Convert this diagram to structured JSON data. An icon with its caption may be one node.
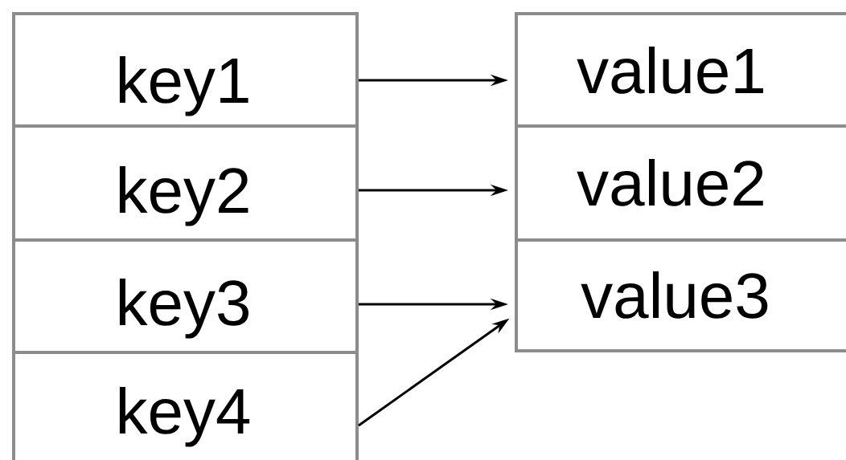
{
  "diagram": {
    "nodes": [
      {
        "text": [
          "key1"
        ]
      },
      {
        "text": [
          "key2"
        ]
      },
      {
        "text": [
          "key3"
        ]
      },
      {
        "text": [
          "key4"
        ]
      },
      {
        "text": [
          "value1"
        ]
      },
      {
        "text": [
          "value2"
        ]
      },
      {
        "text": [
          "value3"
        ]
      }
    ],
    "edges": [
      {
        "from": 0,
        "to": 4,
        "arrow": "to"
      },
      {
        "from": 1,
        "to": 5,
        "arrow": "to"
      },
      {
        "from": 2,
        "to": 6,
        "arrow": "to"
      },
      {
        "from": 3,
        "to": 6,
        "arrow": "to"
      }
    ]
  }
}
